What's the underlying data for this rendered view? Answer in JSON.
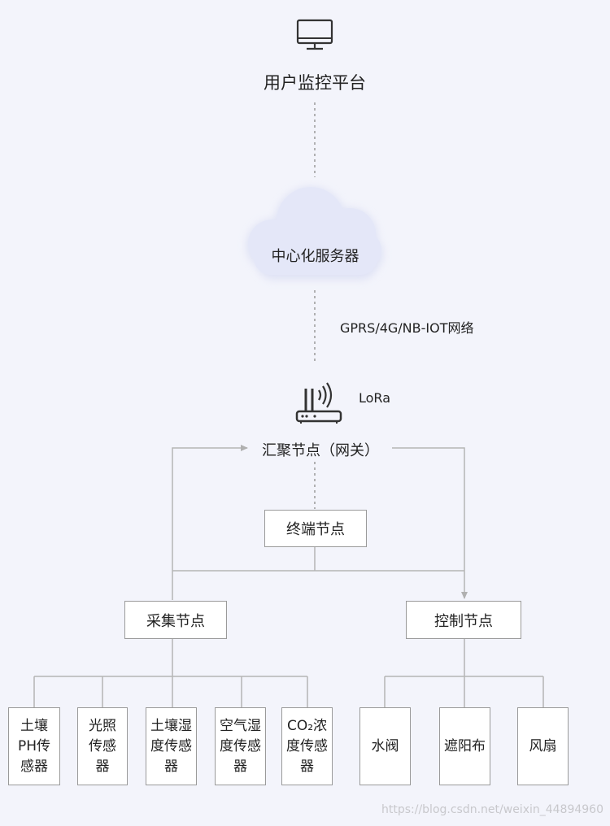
{
  "platform": {
    "label": "用户监控平台",
    "icon": "monitor-icon"
  },
  "server": {
    "label": "中心化服务器",
    "icon": "cloud-icon"
  },
  "network": {
    "label": "GPRS/4G/NB-IOT网络"
  },
  "lora": {
    "label": "LoRa",
    "icon": "router-icon"
  },
  "gateway": {
    "label": "汇聚节点（网关）"
  },
  "terminal": {
    "label": "终端节点"
  },
  "collect": {
    "label": "采集节点"
  },
  "control": {
    "label": "控制节点"
  },
  "sensors": [
    {
      "lines": [
        "土壤",
        "PH传",
        "感器"
      ]
    },
    {
      "lines": [
        "光照",
        "传感",
        "器"
      ]
    },
    {
      "lines": [
        "土壤湿",
        "度传感",
        "器"
      ]
    },
    {
      "lines": [
        "空气湿",
        "度传感",
        "器"
      ]
    },
    {
      "lines": [
        "CO₂浓",
        "度传感",
        "器"
      ]
    }
  ],
  "actuators": [
    {
      "label": "水阀"
    },
    {
      "label": "遮阳布"
    },
    {
      "label": "风扇"
    }
  ],
  "watermark": "https://blog.csdn.net/weixin_44894960",
  "colors": {
    "line": "#b5b5b5",
    "dotted": "#999999",
    "cloud": "#e3e6f8",
    "icon": "#333333"
  }
}
